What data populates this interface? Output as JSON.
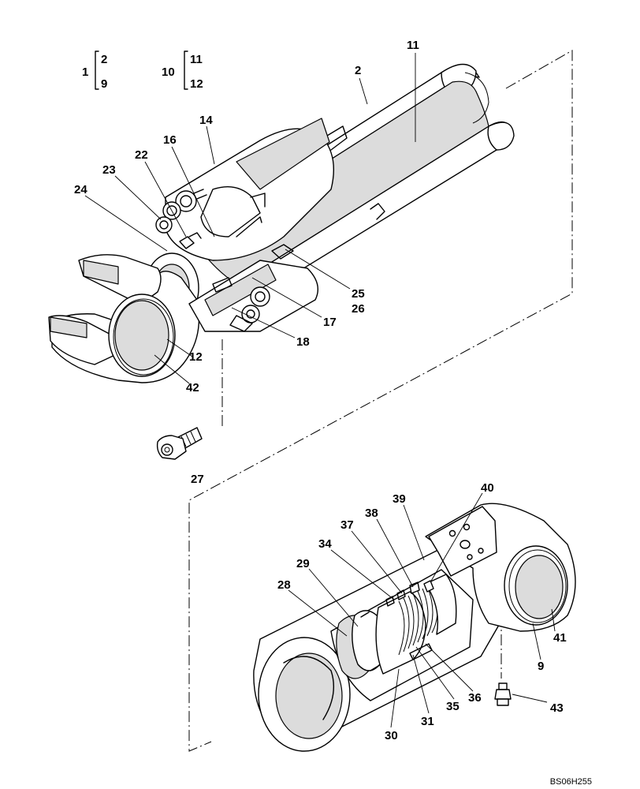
{
  "diagram": {
    "groups": [
      {
        "parent": "1",
        "children": [
          "2",
          "9"
        ]
      },
      {
        "parent": "10",
        "children": [
          "11",
          "12"
        ]
      }
    ],
    "callouts": [
      "11",
      "2",
      "14",
      "16",
      "22",
      "23",
      "24",
      "25",
      "26",
      "17",
      "18",
      "12",
      "42",
      "27",
      "40",
      "39",
      "38",
      "37",
      "34",
      "29",
      "28",
      "41",
      "9",
      "36",
      "35",
      "31",
      "30",
      "43"
    ],
    "drawing_code": "BS06H255"
  }
}
